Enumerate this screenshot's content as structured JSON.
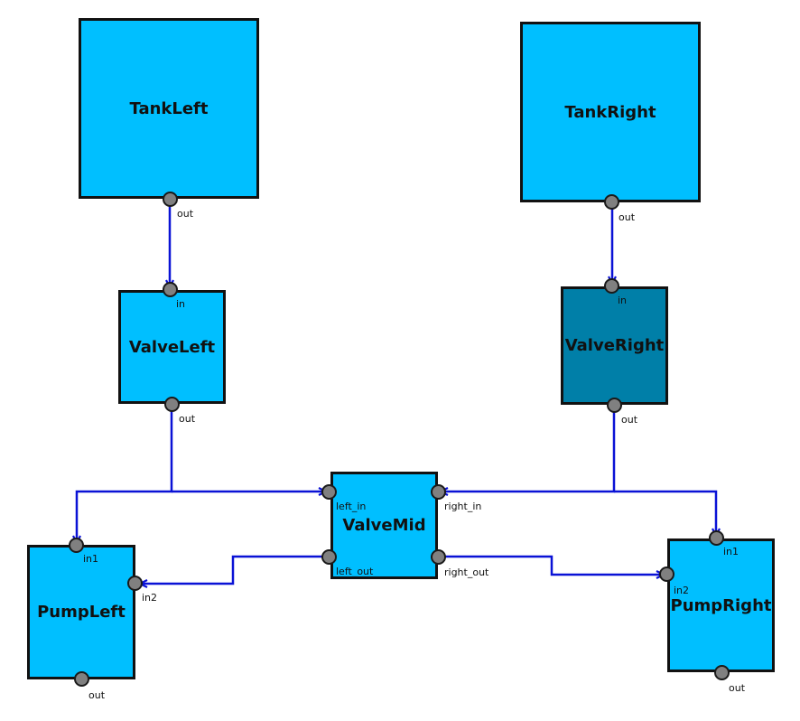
{
  "colors": {
    "node_fill": "#00BFFF",
    "node_fill_selected": "#007FA8",
    "node_border": "#111111",
    "port_fill": "#808080",
    "edge": "#0A12D6"
  },
  "nodes": [
    {
      "id": "tank-left",
      "label": "TankLeft",
      "selected": false
    },
    {
      "id": "tank-right",
      "label": "TankRight",
      "selected": false
    },
    {
      "id": "valve-left",
      "label": "ValveLeft",
      "selected": false
    },
    {
      "id": "valve-right",
      "label": "ValveRight",
      "selected": true
    },
    {
      "id": "valve-mid",
      "label": "ValveMid",
      "selected": false
    },
    {
      "id": "pump-left",
      "label": "PumpLeft",
      "selected": false
    },
    {
      "id": "pump-right",
      "label": "PumpRight",
      "selected": false
    }
  ],
  "ports": {
    "tank_left_out": "out",
    "tank_right_out": "out",
    "valve_left_in": "in",
    "valve_left_out": "out",
    "valve_right_in": "in",
    "valve_right_out": "out",
    "valve_mid_left_in": "left_in",
    "valve_mid_left_out": "left_out",
    "valve_mid_right_in": "right_in",
    "valve_mid_right_out": "right_out",
    "pump_left_in1": "in1",
    "pump_left_in2": "in2",
    "pump_left_out": "out",
    "pump_right_in1": "in1",
    "pump_right_in2": "in2",
    "pump_right_out": "out"
  },
  "edges": [
    {
      "from": "TankLeft.out",
      "to": "ValveLeft.in"
    },
    {
      "from": "TankRight.out",
      "to": "ValveRight.in"
    },
    {
      "from": "ValveLeft.out",
      "to": "PumpLeft.in1"
    },
    {
      "from": "ValveLeft.out",
      "to": "ValveMid.left_in"
    },
    {
      "from": "ValveRight.out",
      "to": "ValveMid.right_in"
    },
    {
      "from": "ValveRight.out",
      "to": "PumpRight.in1"
    },
    {
      "from": "ValveMid.left_out",
      "to": "PumpLeft.in2"
    },
    {
      "from": "ValveMid.right_out",
      "to": "PumpRight.in2"
    }
  ]
}
